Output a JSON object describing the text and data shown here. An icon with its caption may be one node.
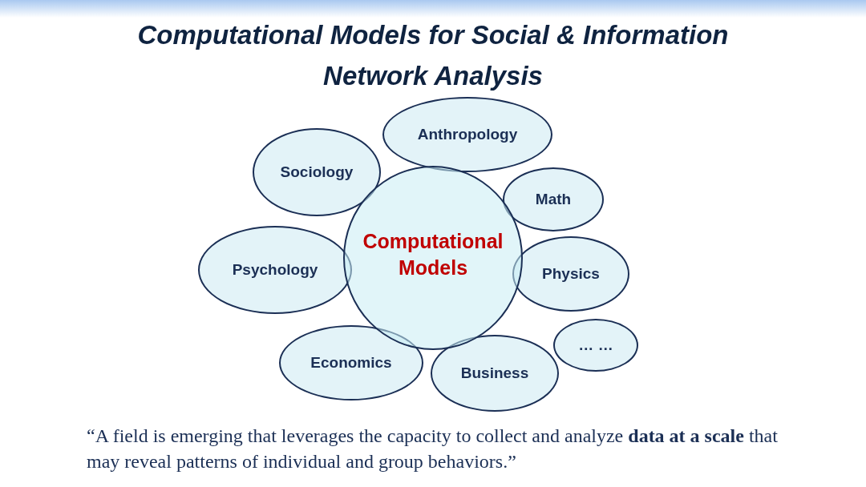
{
  "diagram": {
    "title": "Computational Models for Social & Information Network Analysis",
    "nodes": [
      {
        "text": [
          "Computational Models"
        ]
      },
      {
        "text": [
          "Anthropology"
        ]
      },
      {
        "text": [
          "Sociology"
        ]
      },
      {
        "text": [
          "Math"
        ]
      },
      {
        "text": [
          "Psychology"
        ]
      },
      {
        "text": [
          "Physics"
        ]
      },
      {
        "text": [
          "… …"
        ]
      },
      {
        "text": [
          "Economics"
        ]
      },
      {
        "text": [
          "Business"
        ]
      }
    ],
    "caption": "“A field is emerging that leverages the capacity to collect and analyze **data at a scale** that may reveal patterns of individual and group behaviors.”"
  }
}
